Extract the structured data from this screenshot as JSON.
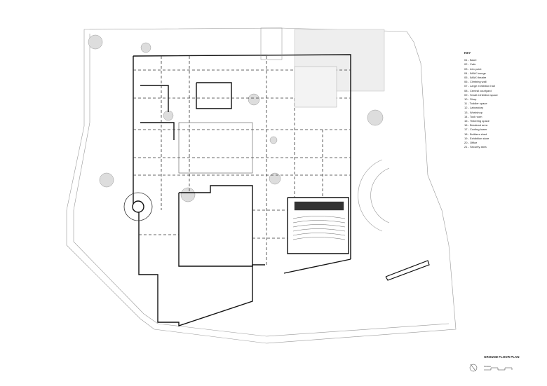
{
  "key": {
    "title": "KEY",
    "items": [
      "01 - Baori",
      "02 - Cafe",
      "03 - Info point",
      "04 - IMAX lounge",
      "05 - IMAX theatre",
      "06 - Climbing wall",
      "07 - Large exhibition hall",
      "08 - Central courtyard",
      "09 - Small exhibition space",
      "10 - Shop",
      "11 - Toddler space",
      "12 - Laboratory",
      "13 - Workshop",
      "14 - Tool room",
      "15 - Tinkering space",
      "16 - Breakout area",
      "17 - Cooling tower",
      "18 - Builders shed",
      "19 - Exhibition store",
      "20 - Office",
      "21 - Security area"
    ]
  },
  "plan_title": "GROUND FLOOR PLAN",
  "scale_label": "SCALE"
}
